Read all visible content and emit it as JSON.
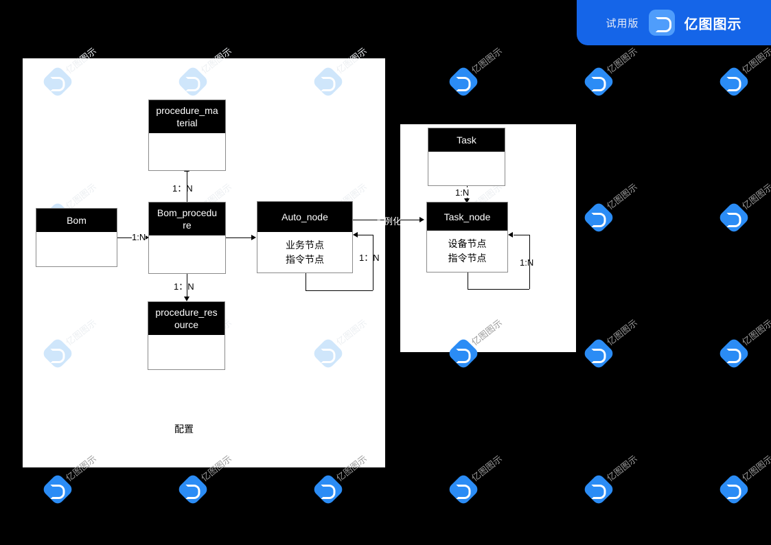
{
  "watermark": {
    "trial_label": "试用版",
    "brand_name": "亿图图示",
    "tile_text": "亿图图示",
    "logo_icon": "edraw-logo-icon",
    "accent_color": "#1565e8",
    "tile_logo_color": "#2b8cf5"
  },
  "diagram": {
    "caption": "配置",
    "nodes": [
      {
        "id": "procedure_material",
        "title": "procedure_ma\nterial",
        "body": ""
      },
      {
        "id": "bom",
        "title": "Bom",
        "body": ""
      },
      {
        "id": "bom_procedure",
        "title": "Bom_procedu\nre",
        "body": ""
      },
      {
        "id": "auto_node",
        "title": "Auto_node",
        "body_lines": [
          "业务节点",
          "指令节点"
        ]
      },
      {
        "id": "procedure_resource",
        "title": "procedure_res\nource",
        "body": ""
      },
      {
        "id": "task",
        "title": "Task",
        "body": ""
      },
      {
        "id": "task_node",
        "title": "Task_node",
        "body_lines": [
          "设备节点",
          "指令节点"
        ]
      }
    ],
    "node_titles": {
      "procedure_material_line1": "procedure_ma",
      "procedure_material_line2": "terial",
      "bom": "Bom",
      "bom_procedure_line1": "Bom_procedu",
      "bom_procedure_line2": "re",
      "auto_node": "Auto_node",
      "procedure_resource_line1": "procedure_res",
      "procedure_resource_line2": "ource",
      "task": "Task",
      "task_node": "Task_node"
    },
    "node_bodies": {
      "auto_node_line1": "业务节点",
      "auto_node_line2": "指令节点",
      "task_node_line1": "设备节点",
      "task_node_line2": "指令节点"
    },
    "edges": [
      {
        "from": "bom_procedure",
        "to": "procedure_material",
        "label": "1：N"
      },
      {
        "from": "bom",
        "to": "bom_procedure",
        "label": "1:N"
      },
      {
        "from": "bom_procedure",
        "to": "procedure_resource",
        "label": "1：N"
      },
      {
        "from": "auto_node",
        "to": "auto_node",
        "label": "1：N"
      },
      {
        "from": "auto_node",
        "to": "task_node",
        "label": "实例化"
      },
      {
        "from": "task",
        "to": "task_node",
        "label": "1:N"
      },
      {
        "from": "task_node",
        "to": "task_node",
        "label": "1:N"
      }
    ],
    "edge_labels": {
      "material": "1：N",
      "bom_to_procedure": "1:N",
      "resource": "1：N",
      "auto_self": "1：N",
      "instantiate": "实例化",
      "task_to_node": "1:N",
      "task_self": "1:N"
    }
  }
}
